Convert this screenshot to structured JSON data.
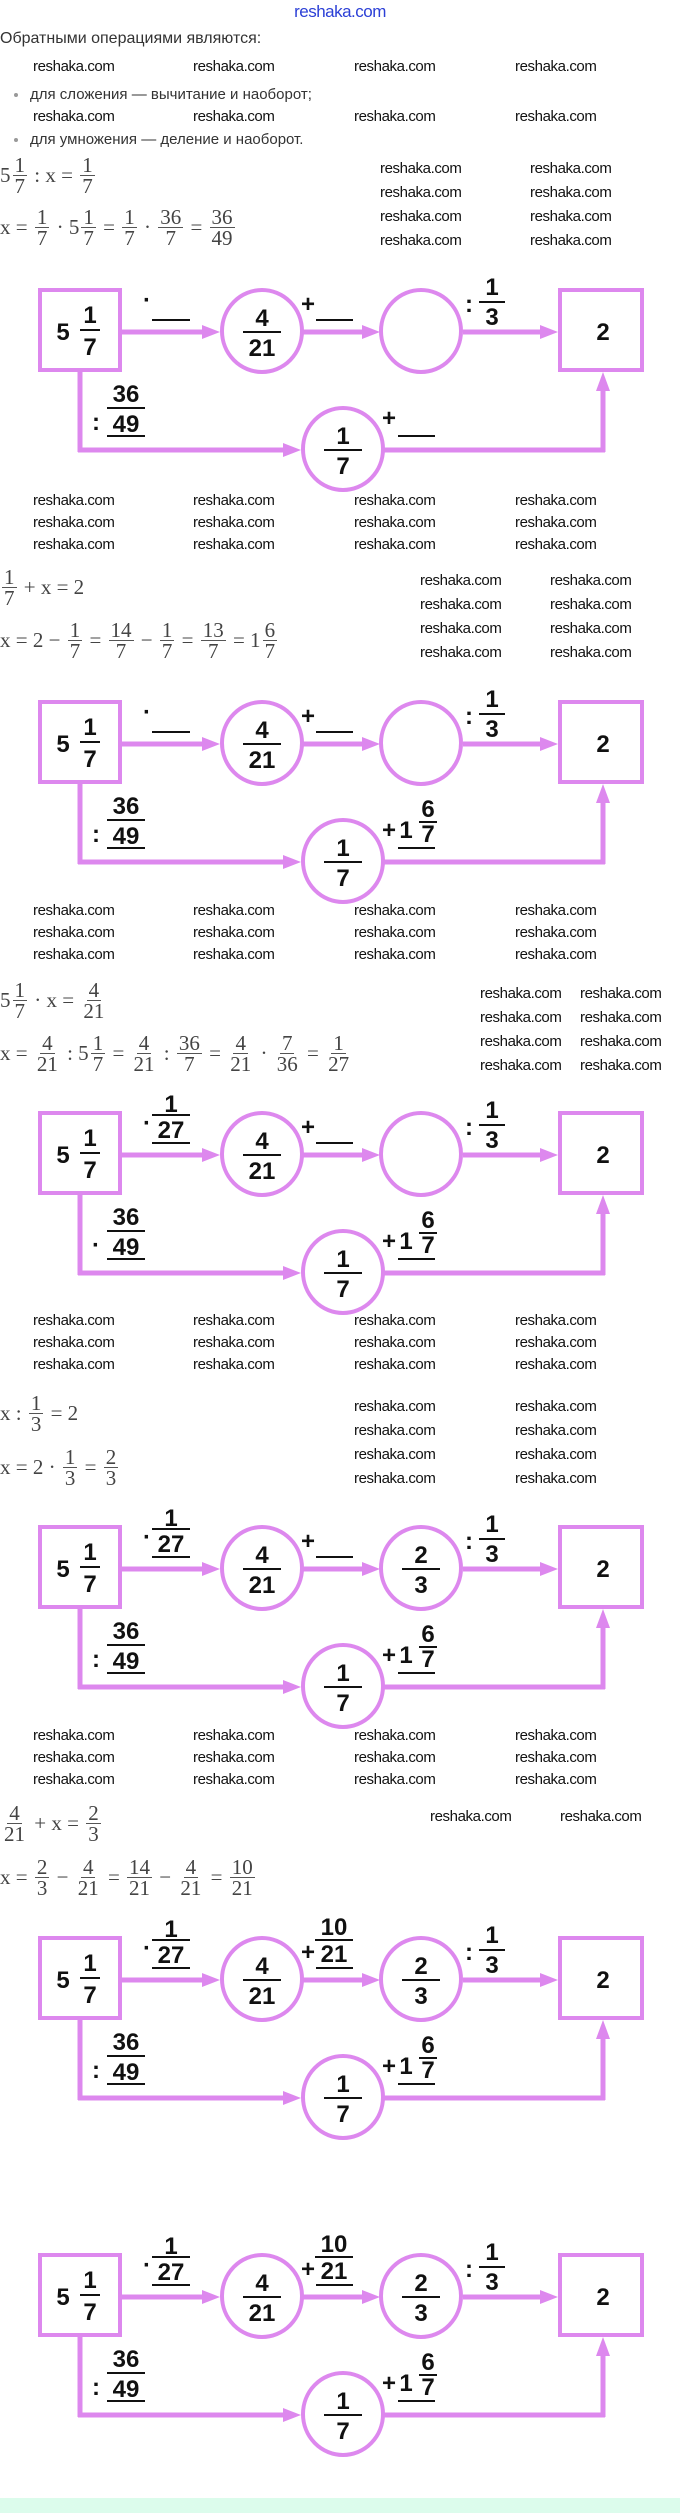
{
  "header": {
    "site_title": "reshaka.com"
  },
  "intro": {
    "title": "Обратными операциями являются:",
    "bullets": [
      "для сложения — вычитание и наоборот;",
      "для умножения — деление и наоборот."
    ]
  },
  "watermark": "reshaka.com",
  "colors": {
    "diagram_stroke": "#dd88ee",
    "title_blue": "#2b3fd6",
    "footer_band": "#dcfcec"
  },
  "equations": [
    [
      [
        "5",
        {
          "n": "1",
          "d": "7"
        },
        " : x = ",
        {
          "n": "1",
          "d": "7"
        }
      ],
      [
        "x = ",
        {
          "n": "1",
          "d": "7"
        },
        " · 5",
        {
          "n": "1",
          "d": "7"
        },
        " = ",
        {
          "n": "1",
          "d": "7"
        },
        " · ",
        {
          "n": "36",
          "d": "7"
        },
        " = ",
        {
          "n": "36",
          "d": "49"
        }
      ]
    ],
    [
      [
        {
          "n": "1",
          "d": "7"
        },
        " + x = 2"
      ],
      [
        "x = 2 − ",
        {
          "n": "1",
          "d": "7"
        },
        " = ",
        {
          "n": "14",
          "d": "7"
        },
        " − ",
        {
          "n": "1",
          "d": "7"
        },
        " = ",
        {
          "n": "13",
          "d": "7"
        },
        " = 1",
        {
          "n": "6",
          "d": "7"
        }
      ]
    ],
    [
      [
        "5",
        {
          "n": "1",
          "d": "7"
        },
        " · x = ",
        {
          "n": "4",
          "d": "21"
        }
      ],
      [
        "x = ",
        {
          "n": "4",
          "d": "21"
        },
        " : 5",
        {
          "n": "1",
          "d": "7"
        },
        " = ",
        {
          "n": "4",
          "d": "21"
        },
        " : ",
        {
          "n": "36",
          "d": "7"
        },
        " = ",
        {
          "n": "4",
          "d": "21"
        },
        " · ",
        {
          "n": "7",
          "d": "36"
        },
        " = ",
        {
          "n": "1",
          "d": "27"
        }
      ]
    ],
    [
      [
        "x : ",
        {
          "n": "1",
          "d": "3"
        },
        " = 2"
      ],
      [
        "x = 2 · ",
        {
          "n": "1",
          "d": "3"
        },
        " = ",
        {
          "n": "2",
          "d": "3"
        }
      ]
    ],
    [
      [
        {
          "n": "4",
          "d": "21"
        },
        " + x = ",
        {
          "n": "2",
          "d": "3"
        }
      ],
      [
        "x = ",
        {
          "n": "2",
          "d": "3"
        },
        " − ",
        {
          "n": "4",
          "d": "21"
        },
        " = ",
        {
          "n": "14",
          "d": "21"
        },
        " − ",
        {
          "n": "4",
          "d": "21"
        },
        " = ",
        {
          "n": "10",
          "d": "21"
        }
      ]
    ]
  ],
  "diagrams": [
    {
      "start": {
        "whole": "5",
        "n": "1",
        "d": "7"
      },
      "end": "2",
      "c1": {
        "n": "4",
        "d": "21"
      },
      "c2": null,
      "c3": {
        "n": "1",
        "d": "7"
      },
      "a1": {
        "op": "·",
        "frac": null
      },
      "a2": {
        "op": "+",
        "frac": null
      },
      "a3": {
        "op": ":",
        "frac": {
          "n": "1",
          "d": "3"
        }
      },
      "b1": {
        "op": ":",
        "frac": {
          "n": "36",
          "d": "49"
        }
      },
      "b2": {
        "op": "+",
        "whole": null,
        "frac": null
      }
    },
    {
      "start": {
        "whole": "5",
        "n": "1",
        "d": "7"
      },
      "end": "2",
      "c1": {
        "n": "4",
        "d": "21"
      },
      "c2": null,
      "c3": {
        "n": "1",
        "d": "7"
      },
      "a1": {
        "op": "·",
        "frac": null
      },
      "a2": {
        "op": "+",
        "frac": null
      },
      "a3": {
        "op": ":",
        "frac": {
          "n": "1",
          "d": "3"
        }
      },
      "b1": {
        "op": ":",
        "frac": {
          "n": "36",
          "d": "49"
        }
      },
      "b2": {
        "op": "+",
        "whole": "1",
        "frac": {
          "n": "6",
          "d": "7"
        }
      }
    },
    {
      "start": {
        "whole": "5",
        "n": "1",
        "d": "7"
      },
      "end": "2",
      "c1": {
        "n": "4",
        "d": "21"
      },
      "c2": null,
      "c3": {
        "n": "1",
        "d": "7"
      },
      "a1": {
        "op": "·",
        "frac": {
          "n": "1",
          "d": "27"
        }
      },
      "a2": {
        "op": "+",
        "frac": null
      },
      "a3": {
        "op": ":",
        "frac": {
          "n": "1",
          "d": "3"
        }
      },
      "b1": {
        "op": "·",
        "frac": {
          "n": "36",
          "d": "49"
        }
      },
      "b2": {
        "op": "+",
        "whole": "1",
        "frac": {
          "n": "6",
          "d": "7"
        }
      }
    },
    {
      "start": {
        "whole": "5",
        "n": "1",
        "d": "7"
      },
      "end": "2",
      "c1": {
        "n": "4",
        "d": "21"
      },
      "c2": {
        "n": "2",
        "d": "3"
      },
      "c3": {
        "n": "1",
        "d": "7"
      },
      "a1": {
        "op": "·",
        "frac": {
          "n": "1",
          "d": "27"
        }
      },
      "a2": {
        "op": "+",
        "frac": null
      },
      "a3": {
        "op": ":",
        "frac": {
          "n": "1",
          "d": "3"
        }
      },
      "b1": {
        "op": ":",
        "frac": {
          "n": "36",
          "d": "49"
        }
      },
      "b2": {
        "op": "+",
        "whole": "1",
        "frac": {
          "n": "6",
          "d": "7"
        }
      }
    },
    {
      "start": {
        "whole": "5",
        "n": "1",
        "d": "7"
      },
      "end": "2",
      "c1": {
        "n": "4",
        "d": "21"
      },
      "c2": {
        "n": "2",
        "d": "3"
      },
      "c3": {
        "n": "1",
        "d": "7"
      },
      "a1": {
        "op": "·",
        "frac": {
          "n": "1",
          "d": "27"
        }
      },
      "a2": {
        "op": "+",
        "frac": {
          "n": "10",
          "d": "21"
        }
      },
      "a3": {
        "op": ":",
        "frac": {
          "n": "1",
          "d": "3"
        }
      },
      "b1": {
        "op": ":",
        "frac": {
          "n": "36",
          "d": "49"
        }
      },
      "b2": {
        "op": "+",
        "whole": "1",
        "frac": {
          "n": "6",
          "d": "7"
        }
      }
    },
    {
      "start": {
        "whole": "5",
        "n": "1",
        "d": "7"
      },
      "end": "2",
      "c1": {
        "n": "4",
        "d": "21"
      },
      "c2": {
        "n": "2",
        "d": "3"
      },
      "c3": {
        "n": "1",
        "d": "7"
      },
      "a1": {
        "op": "·",
        "frac": {
          "n": "1",
          "d": "27"
        }
      },
      "a2": {
        "op": "+",
        "frac": {
          "n": "10",
          "d": "21"
        }
      },
      "a3": {
        "op": ":",
        "frac": {
          "n": "1",
          "d": "3"
        }
      },
      "b1": {
        "op": ":",
        "frac": {
          "n": "36",
          "d": "49"
        }
      },
      "b2": {
        "op": "+",
        "whole": "1",
        "frac": {
          "n": "6",
          "d": "7"
        }
      }
    }
  ]
}
